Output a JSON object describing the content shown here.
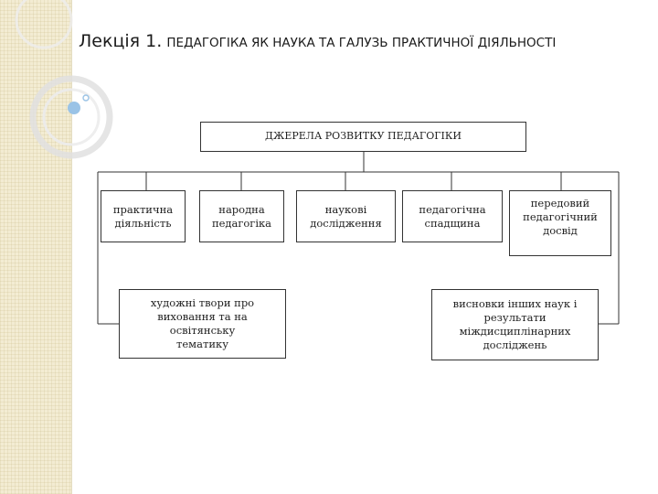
{
  "slide": {
    "title_main": "Лекція 1.",
    "title_sub": "ПЕДАГОГІКА ЯК НАУКА ТА ГАЛУЗЬ ПРАКТИЧНОЇ ДІЯЛЬНОСТІ"
  },
  "diagram": {
    "root": "ДЖЕРЕЛА РОЗВИТКУ ПЕДАГОГІКИ",
    "nodes": {
      "practical": "практична\nдіяльність",
      "folk": "народна\nпедагогіка",
      "research": "наукові\nдослідження",
      "heritage": "педагогічна\nспадщина",
      "advanced": "передовий\nпедагогічний\nдосвід",
      "art": "художні твори про\nвиховання та на освітянську\nтематику",
      "conclusions": "висновки інших наук і\nрезультати\nміждисциплінарних\nдосліджень"
    }
  },
  "colors": {
    "strip": "#f3ecd3",
    "lines": "#333333",
    "ring": "#dcdcdc",
    "dot": "#9ac3e6"
  }
}
